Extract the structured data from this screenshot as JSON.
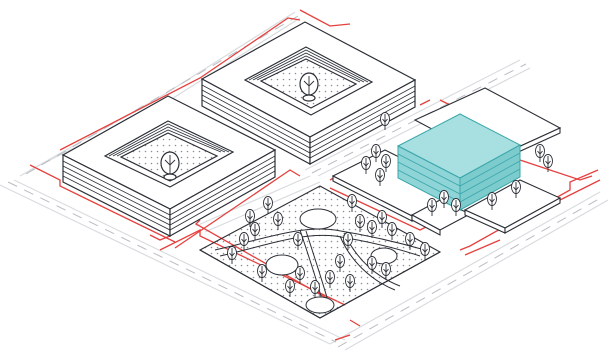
{
  "palette": {
    "line": "#2b2f36",
    "road_edge": "#e5403d",
    "street": "#d9dcdf",
    "highlight_fill": "#8fd4d6",
    "highlight_stroke": "#3aa7ab",
    "park_dots": "#8c9096"
  },
  "scene": {
    "layers": [
      "road-network",
      "courtyard-building-left",
      "courtyard-building-right",
      "park-block",
      "small-blocks",
      "highlighted-building",
      "trees"
    ],
    "highlighted_building_icon": "highlighted-building"
  }
}
